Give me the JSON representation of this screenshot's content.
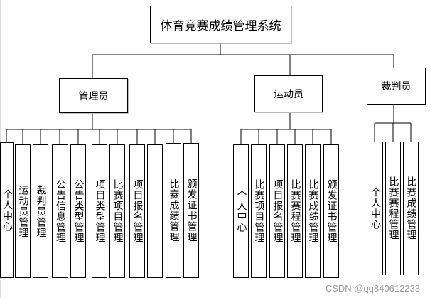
{
  "title": "体育竞赛成绩管理系统",
  "roles": [
    {
      "label": "管理员",
      "modules": [
        "个人中心",
        "运动员管理",
        "裁判员管理",
        "公告信息管理",
        "公告类型管理",
        "项目类型管理",
        "比赛项目管理",
        "项目报名管理",
        "比赛成绩管理",
        "颁发证书管理"
      ]
    },
    {
      "label": "运动员",
      "modules": [
        "个人中心",
        "比赛项目管理",
        "项目报名管理",
        "比赛赛程管理",
        "比赛成绩管理",
        "颁发证书管理"
      ]
    },
    {
      "label": "裁判员",
      "modules": [
        "个人中心",
        "比赛赛程管理",
        "比赛成绩管理"
      ]
    }
  ],
  "watermark": "CSDN @qq840612233"
}
